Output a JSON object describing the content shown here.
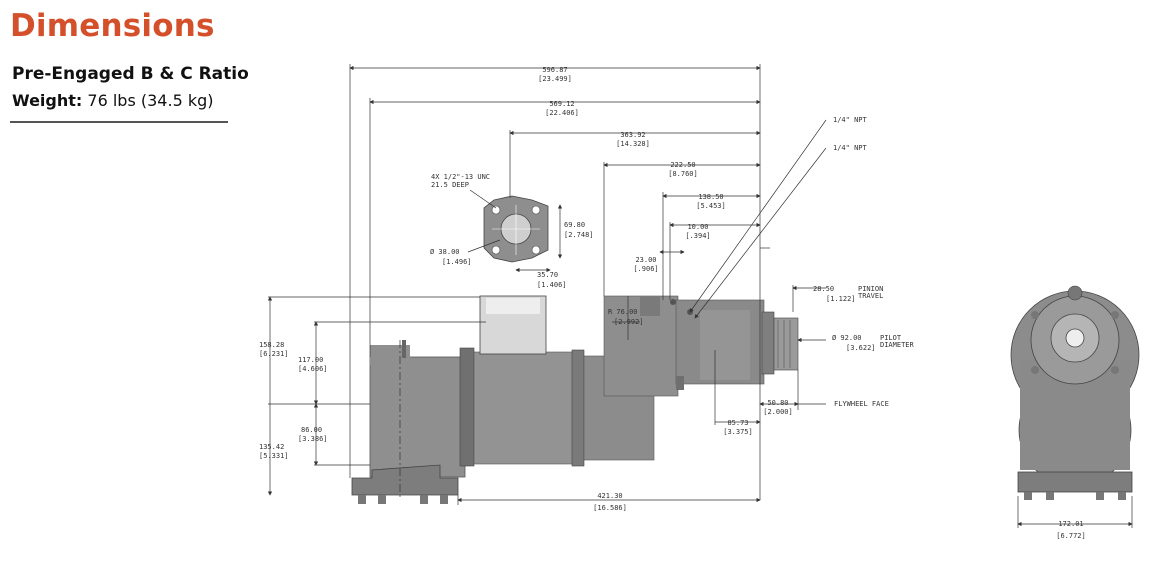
{
  "header": {
    "title": "Dimensions",
    "subtitle": "Pre-Engaged B & C Ratio",
    "weight_label": "Weight:",
    "weight_value": "76 lbs (34.5 kg)"
  },
  "dims": {
    "d1": "596.87",
    "d1i": "[23.499]",
    "d2": "569.12",
    "d2i": "[22.406]",
    "d3": "363.92",
    "d3i": "[14.328]",
    "d4": "222.50",
    "d4i": "[8.760]",
    "d5": "138.50",
    "d5i": "[5.453]",
    "d6": "10.00",
    "d6i": "[.394]",
    "d7": "23.00",
    "d7i": "[.906]",
    "d8": "28.50",
    "d8i": "[1.122]",
    "d9": "Ø 92.00",
    "d9i": "[3.622]",
    "d10": "50.80",
    "d10i": "[2.000]",
    "d11": "85.73",
    "d11i": "[3.375]",
    "d12": "421.30",
    "d12i": "[16.586]",
    "d13": "158.28",
    "d13i": "[6.231]",
    "d14": "117.00",
    "d14i": "[4.606]",
    "d15": "86.00",
    "d15i": "[3.386]",
    "d16": "135.42",
    "d16i": "[5.331]",
    "d17": "R 76.00",
    "d17i": "[2.992]",
    "d18": "69.80",
    "d18i": "[2.748]",
    "d19": "Ø 38.00",
    "d19i": "[1.496]",
    "d20": "35.70",
    "d20i": "[1.406]",
    "d21": "172.01",
    "d21i": "[6.772]"
  },
  "notes": {
    "npt1": "1/4\" NPT",
    "npt2": "1/4\" NPT",
    "bolt1": "4X 1/2\"-13 UNC",
    "bolt2": "21.5 DEEP",
    "pinion1": "PINION",
    "pinion2": "TRAVEL",
    "pilot1": "PILOT",
    "pilot2": "DIAMETER",
    "flywheel": "FLYWHEEL FACE"
  },
  "colors": {
    "title": "#d4502a",
    "body": "#8f8f8f",
    "body_dark": "#6f6f6f",
    "line": "#333333"
  }
}
